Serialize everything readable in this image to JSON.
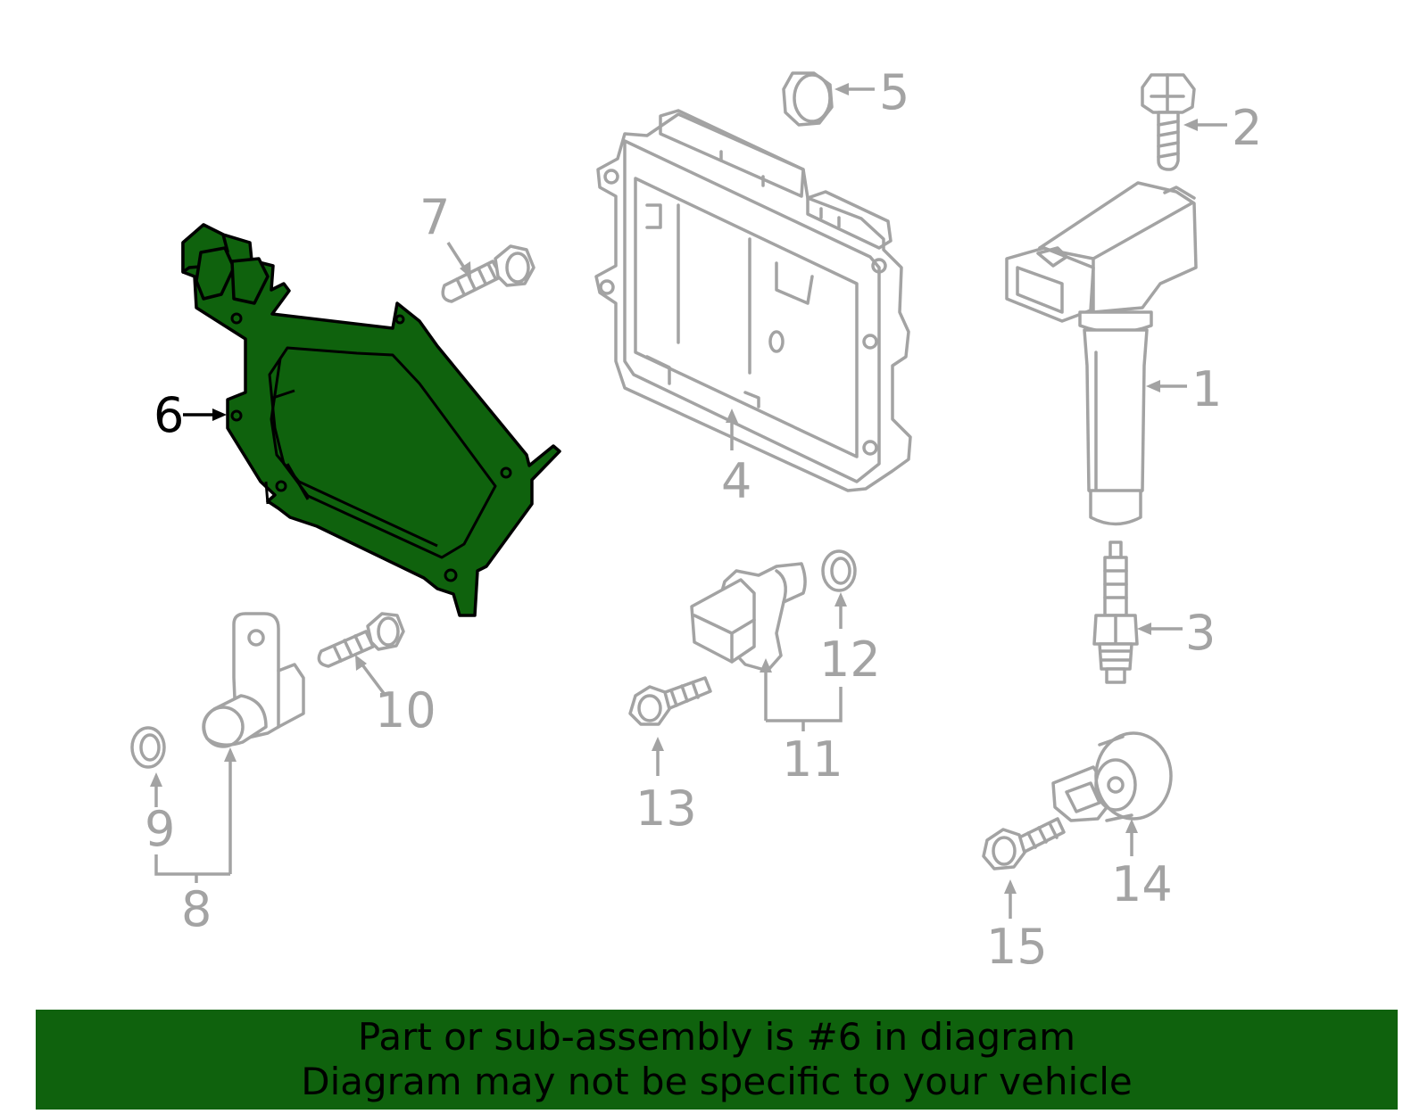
{
  "diagram": {
    "highlighted_part": "6",
    "colors": {
      "highlight_fill": "#0f620d",
      "part_line": "#a3a3a3",
      "highlight_line": "#000000",
      "banner_bg": "#0f620d"
    },
    "callouts": [
      "1",
      "2",
      "3",
      "4",
      "5",
      "6",
      "7",
      "8",
      "9",
      "10",
      "11",
      "12",
      "13",
      "14",
      "15"
    ]
  },
  "banner": {
    "line1": "Part or sub-assembly is #6 in diagram",
    "line2": "Diagram may not be specific to your vehicle"
  }
}
